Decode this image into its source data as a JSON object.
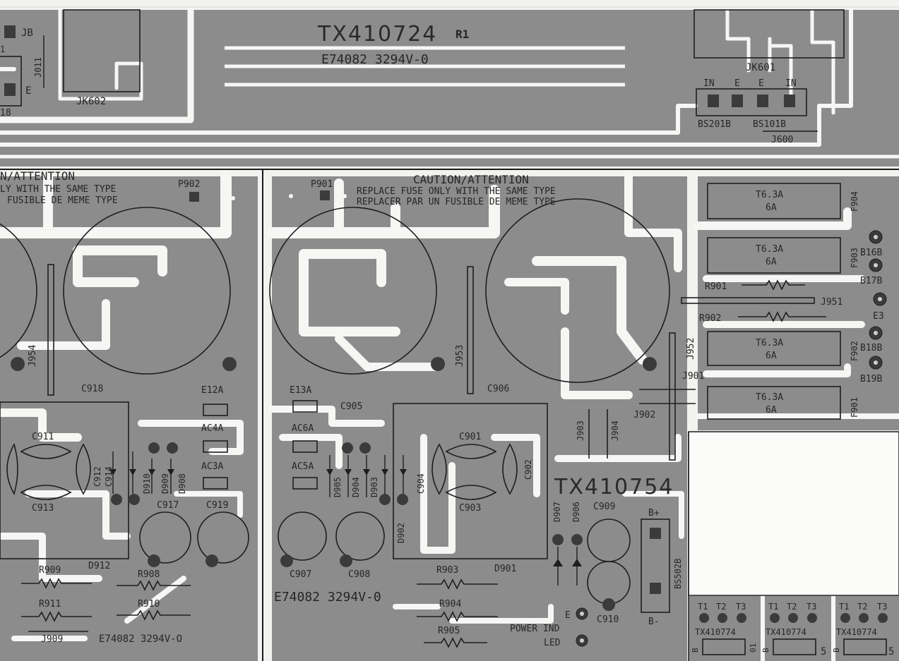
{
  "top": {
    "part_number": "TX410724",
    "revision": "R1",
    "ul_code": "E74082 3294V-0",
    "left_labels": [
      "JB",
      "E",
      "J011",
      "1",
      "18",
      "JK602"
    ],
    "jk601": {
      "name": "JK601",
      "pins": [
        "IN",
        "E",
        "E",
        "IN"
      ],
      "bs_left": "BS201B",
      "bs_right": "BS101B",
      "jumper": "J600"
    }
  },
  "left_section": {
    "caution_title": "N/ATTENTION",
    "caution_line1": "LY WITH THE SAME TYPE",
    "caution_line2": "FUSIBLE DE MEME TYPE",
    "pad_label": "P902",
    "labels": {
      "j954": "J954",
      "c918": "C918",
      "e12a": "E12A",
      "ac4a": "AC4A",
      "ac3a": "AC3A",
      "c911": "C911",
      "c913": "C913",
      "c912": "C912",
      "c914": "C914",
      "d910": "D910",
      "d909": "D909",
      "d908": "D908",
      "c917": "C917",
      "c919": "C919",
      "d912": "D912",
      "r909": "R909",
      "r908": "R908",
      "r911": "R911",
      "r910": "R910",
      "j909": "J909",
      "ul_code": "E74082 3294V-O"
    }
  },
  "mid_section": {
    "caution_title": "CAUTION/ATTENTION",
    "caution_line1": "REPLACE FUSE ONLY WITH THE SAME TYPE",
    "caution_line2": "REPLACER PAR UN FUSIBLE DE MEME TYPE",
    "pad_label": "P901",
    "part_number": "TX410754",
    "ul_code": "E74082 3294V-0",
    "labels": {
      "j953": "J953",
      "c906": "C906",
      "e13a": "E13A",
      "c905": "C905",
      "ac6a": "AC6A",
      "ac5a": "AC5A",
      "d905": "D905",
      "d904": "D904",
      "d903": "D903",
      "d902": "D902",
      "c904": "C904",
      "c901": "C901",
      "c902": "C902",
      "c903": "C903",
      "d901": "D901",
      "c907": "C907",
      "c908": "C908",
      "r903": "R903",
      "r904": "R904",
      "r905": "R905",
      "d907": "D907",
      "d906": "D906",
      "c909": "C909",
      "c910": "C910",
      "bs502b": "BS502B",
      "b_plus": "B+",
      "b_minus": "B-",
      "e": "E",
      "power_ind": "POWER IND",
      "led": "LED",
      "j903": "J903",
      "j904": "J904",
      "j902": "J902",
      "j901": "J901",
      "j952": "J952"
    }
  },
  "right_section": {
    "fuses": [
      {
        "rating": "T6.3A",
        "amp": "6A",
        "ref": "F904"
      },
      {
        "rating": "T6.3A",
        "amp": "6A",
        "ref": "F903"
      },
      {
        "rating": "T6.3A",
        "amp": "6A",
        "ref": "F902"
      },
      {
        "rating": "T6.3A",
        "amp": "6A",
        "ref": "F901"
      }
    ],
    "labels": {
      "r901": "R901",
      "r902": "R902",
      "j951": "J951",
      "b16b": "B16B",
      "b17b": "B17B",
      "e3": "E3",
      "b18b": "B18B",
      "b19b": "B19B"
    },
    "modules": [
      {
        "pins": [
          "T1",
          "T2",
          "T3"
        ],
        "part": "TX410774",
        "left": "B",
        "right": "01"
      },
      {
        "pins": [
          "T1",
          "T2",
          "T3"
        ],
        "part": "TX410774",
        "left": "B",
        "right": "5"
      },
      {
        "pins": [
          "T1",
          "T2",
          "T3"
        ],
        "part": "TX410774",
        "left": "B",
        "right": "5"
      }
    ]
  }
}
